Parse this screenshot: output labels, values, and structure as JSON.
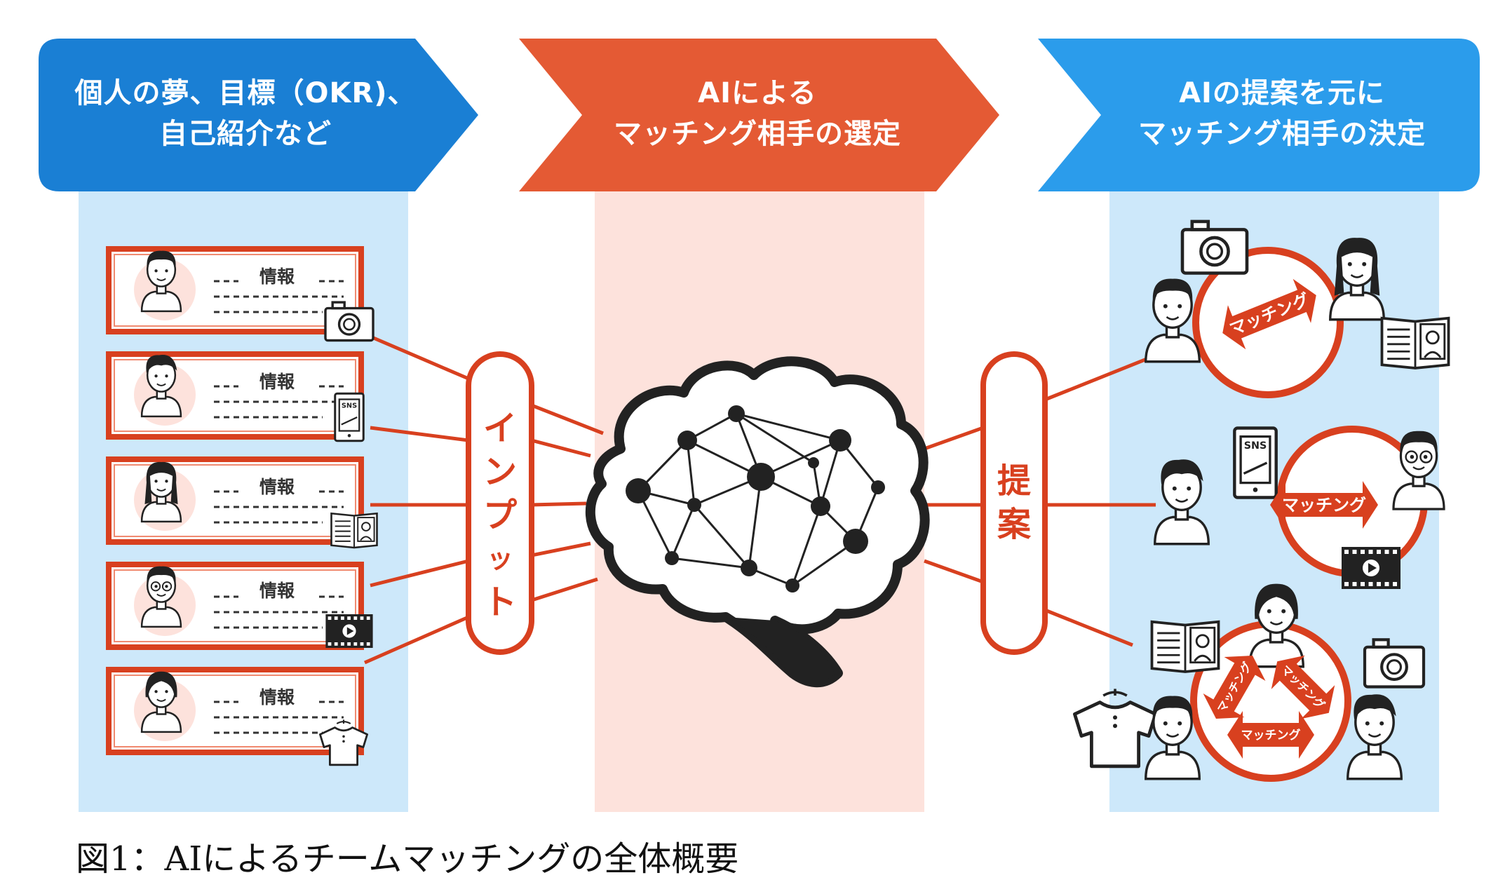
{
  "headers": [
    {
      "line1": "個人の夢、目標（OKR)、",
      "line2": "自己紹介など",
      "color": "#1a7fd4"
    },
    {
      "line1": "AIによる",
      "line2": "マッチング相手の選定",
      "color": "#e45a34"
    },
    {
      "line1": "AIの提案を元に",
      "line2": "マッチング相手の決定",
      "color": "#2b9ceb"
    }
  ],
  "cards": [
    {
      "label": "情報",
      "icon": "camera-icon"
    },
    {
      "label": "情報",
      "icon": "sns-phone-icon"
    },
    {
      "label": "情報",
      "icon": "profile-document-icon"
    },
    {
      "label": "情報",
      "icon": "video-film-icon"
    },
    {
      "label": "情報",
      "icon": "shirt-icon"
    }
  ],
  "input_label": "インプット",
  "proposal_label": "提案",
  "sns_text": "SNS",
  "matching_label": "マッチング",
  "caption": "図1：AIによるチームマッチングの全体概要",
  "colors": {
    "accent": "#d8401f",
    "left_panel_bg": "#cde8fa",
    "center_panel_bg": "#fde2dc",
    "right_panel_bg": "#cde8fa",
    "card_border": "#d8401f",
    "brain": "#222222"
  }
}
